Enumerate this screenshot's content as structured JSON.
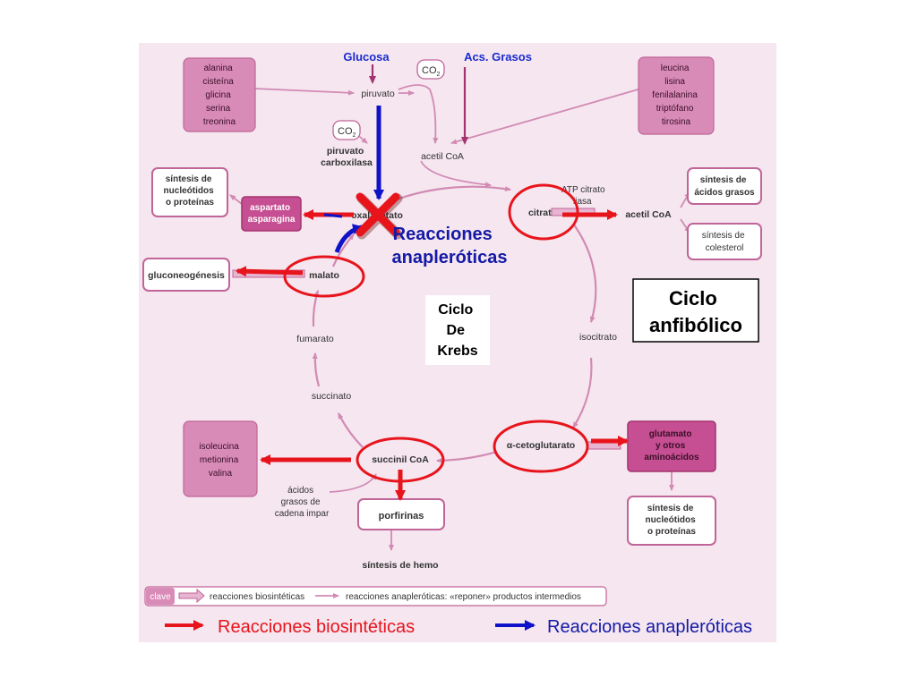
{
  "inputs": {
    "glucosa": "Glucosa",
    "acs_grasos": "Acs. Grasos",
    "co2": "CO",
    "co2_sub": "2"
  },
  "amino_left": [
    "alanina",
    "cisteína",
    "glicina",
    "serina",
    "treonina"
  ],
  "amino_right": [
    "leucina",
    "lisina",
    "fenilalanina",
    "triptófano",
    "tirosina"
  ],
  "amino_bottom_left": [
    "isoleucina",
    "metionina",
    "valina"
  ],
  "cycle": {
    "piruvato": "piruvato",
    "piruvato_carboxilasa": [
      "piruvato",
      "carboxilasa"
    ],
    "acetil_coa": "acetil CoA",
    "oxalacetato": "oxalacetato",
    "citrato": "citrato",
    "isocitrato": "isocitrato",
    "cetoglutarato": "α-cetoglutarato",
    "succinil_coa": "succinil CoA",
    "succinato": "succinato",
    "fumarato": "fumarato",
    "malato": "malato",
    "center_label": [
      "Ciclo",
      "De",
      "Krebs"
    ]
  },
  "products": {
    "sintesis_nucleotidos_left": [
      "síntesis de",
      "nucleótidos",
      "o proteínas"
    ],
    "aspartato": [
      "aspartato",
      "asparagina"
    ],
    "gluconeogenesis": "gluconeogénesis",
    "atp_citrato_liasa": [
      "ATP citrato",
      "liasa"
    ],
    "acetil_coa_out": "acetil CoA",
    "sintesis_acidos_grasos": [
      "síntesis de",
      "ácidos grasos"
    ],
    "sintesis_colesterol": [
      "síntesis de",
      "colesterol"
    ],
    "glutamato": [
      "glutamato",
      "y otros",
      "aminoácidos"
    ],
    "sintesis_nucleotidos_right": [
      "síntesis de",
      "nucleótidos",
      "o proteínas"
    ],
    "acidos_grasos_impar": [
      "ácidos",
      "grasos de",
      "cadena impar"
    ],
    "porfirinas": "porfirinas",
    "sintesis_hemo": "síntesis de hemo"
  },
  "annotations": {
    "reacciones_anapleroticas": [
      "Reacciones",
      "anapleróticas"
    ],
    "ciclo_anfibolico": [
      "Ciclo",
      "anfibólico"
    ]
  },
  "key": {
    "clave": "clave",
    "biosinteticas": "reacciones biosintéticas",
    "anapleroticas": "reacciones anapleróticas: «reponer» productos intermedios"
  },
  "legend": {
    "biosinteticas": "Reacciones biosintéticas",
    "anapleroticas": "Reacciones anapleróticas"
  },
  "colors": {
    "background": "#f5e6ef",
    "box_fill": "#d98bb8",
    "box_stroke": "#c06598",
    "cycle_arrow": "#d28ab4",
    "dark_purple": "#a3336e",
    "red": "#e8141c",
    "blue": "#0f12c8"
  }
}
